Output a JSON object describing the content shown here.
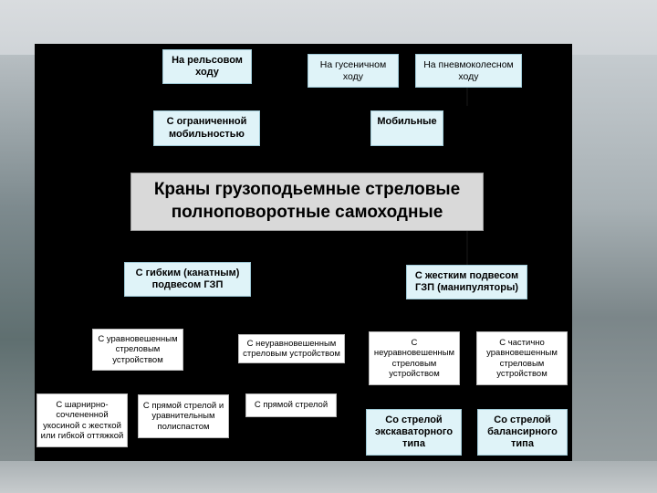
{
  "diagram": {
    "main": "Краны грузоподьемные стреловые\nполноповоротные самоходные",
    "top": {
      "rail": "На рельсовом\nходу",
      "crawler": "На гусеничном\nходу",
      "pneumatic": "На пневмоколесном\nходу",
      "limited_mobility": "С ограниченной\nмобильностью",
      "mobile": "Мобильные"
    },
    "flexible": {
      "title": "С гибким (канатным)\nподвесом ГЗП",
      "balanced": "С уравновешенным\nстреловым\nустройством",
      "unbalanced": "С неуравновешенным\nстреловым устройством",
      "articulated": "С шарнирно-\nсочлененной\nукосиной с жесткой\nили гибкой оттяжкой",
      "straight_polyspast": "С прямой стрелой и\nуравнительным\nполиспастом",
      "straight": "С прямой стрелой"
    },
    "rigid": {
      "title": "С жестким подвесом\nГЗП (манипуляторы)",
      "unbalanced": "С\nнеуравновешенным\nстреловым\nустройством",
      "partial": "С частично\nуравновешенным\nстреловым\nустройством",
      "excavator": "Со стрелой\nэкскаваторного\nтипа",
      "balancer": "Со стрелой\nбалансирного\nтипа"
    }
  }
}
